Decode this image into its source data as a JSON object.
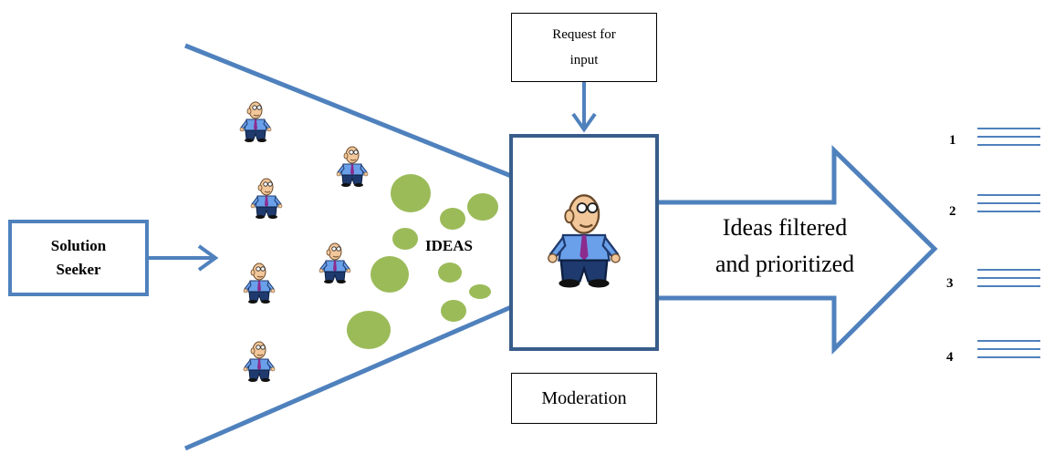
{
  "diagram": {
    "request_box": {
      "line1": "Request for",
      "line2": "input"
    },
    "seeker_box": {
      "line1": "Solution",
      "line2": "Seeker"
    },
    "ideas_label": "IDEAS",
    "moderation_label": "Moderation",
    "output_arrow_text": {
      "line1": "Ideas filtered",
      "line2": "and prioritized"
    },
    "ranked_items": [
      "1",
      "2",
      "3",
      "4"
    ],
    "icons": [
      "person-icon"
    ],
    "colors": {
      "arrow_blue": "#4f81bd",
      "moderation_border": "#385d8a",
      "idea_green": "#9bbb59",
      "person_shirt": "#6aa0ea",
      "person_suit": "#1f3a6e",
      "person_skin": "#f2c79a"
    }
  }
}
